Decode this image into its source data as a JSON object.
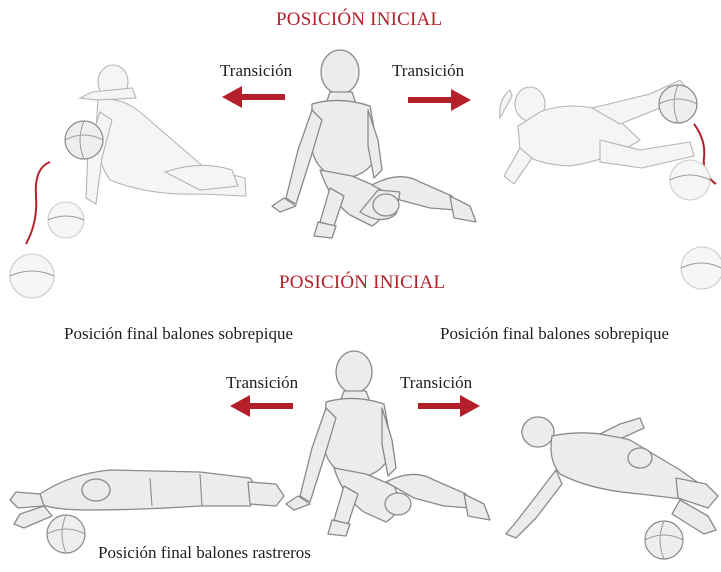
{
  "top": {
    "title": "POSICIÓN INICIAL",
    "left_transition": "Transición",
    "right_transition": "Transición"
  },
  "bottom": {
    "title": "POSICIÓN INICIAL",
    "left_caption": "Posición final balones sobrepique",
    "right_caption": "Posición final balones sobrepique",
    "left_transition": "Transición",
    "right_transition": "Transición",
    "bottom_caption": "Posición final balones rastreros"
  },
  "colors": {
    "accent": "#b3202a",
    "figure_fill": "#ececec",
    "figure_stroke": "#8a8a8a"
  }
}
